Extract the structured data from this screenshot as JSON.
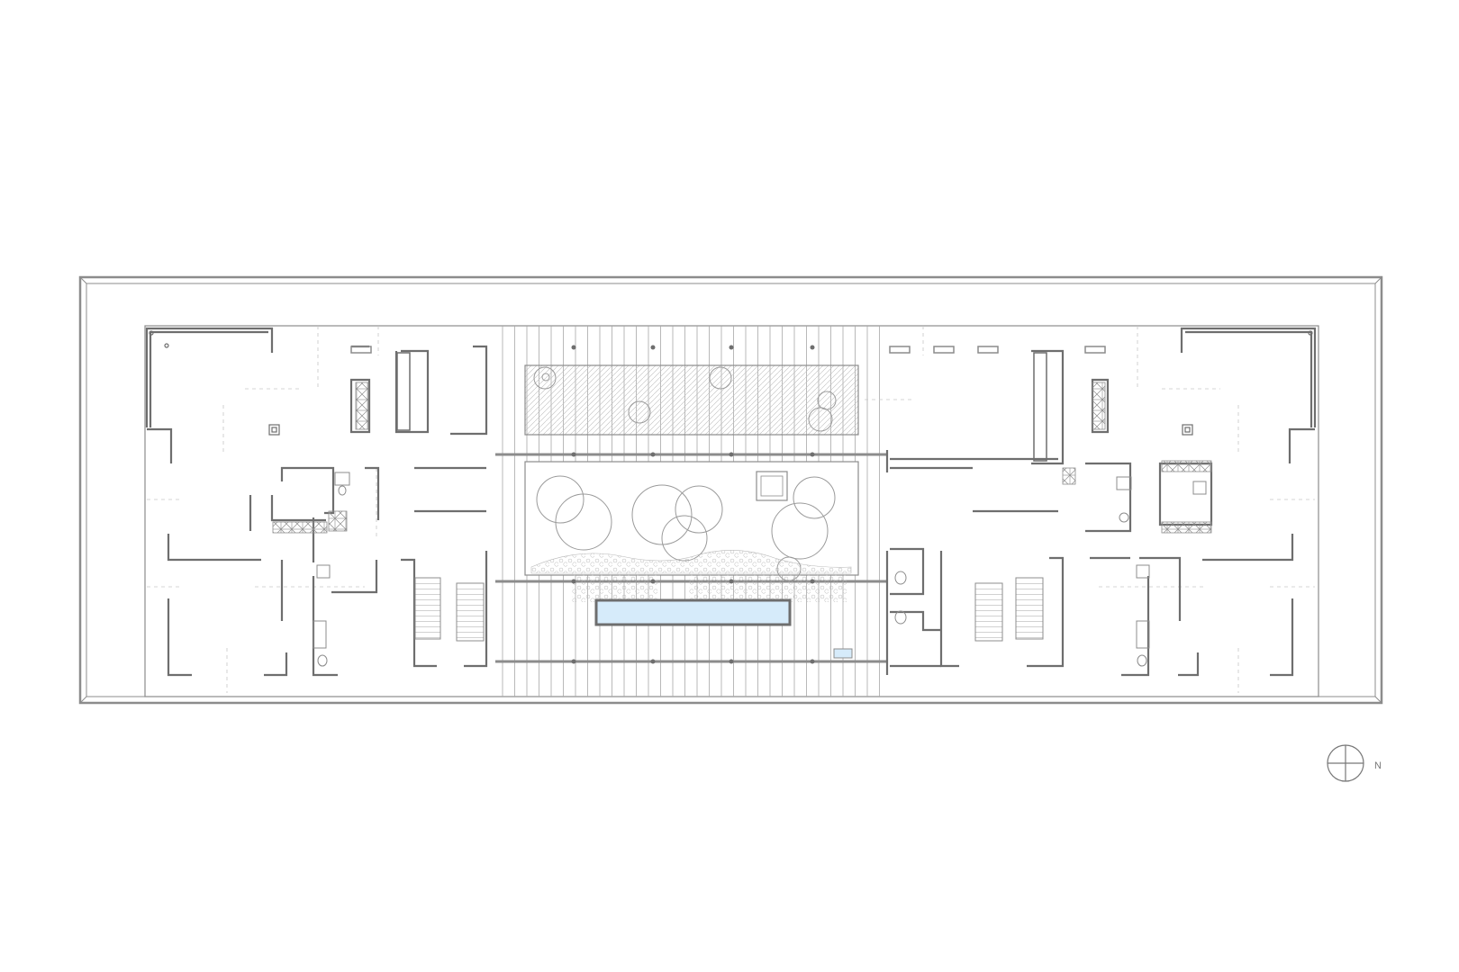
{
  "diagram": {
    "type": "architectural-floor-plan",
    "colors": {
      "wall": "#8c8c8c",
      "wall_dark": "#6e6e6e",
      "thin": "#b4b4b4",
      "dashed": "#c6c6c6",
      "tree": "#9a9a9a",
      "water": "#cfe6f7",
      "background": "#ffffff"
    },
    "north_arrow": {
      "label": "N"
    },
    "courtyard": {
      "upper_trees": 6,
      "lower_trees": 8
    }
  }
}
